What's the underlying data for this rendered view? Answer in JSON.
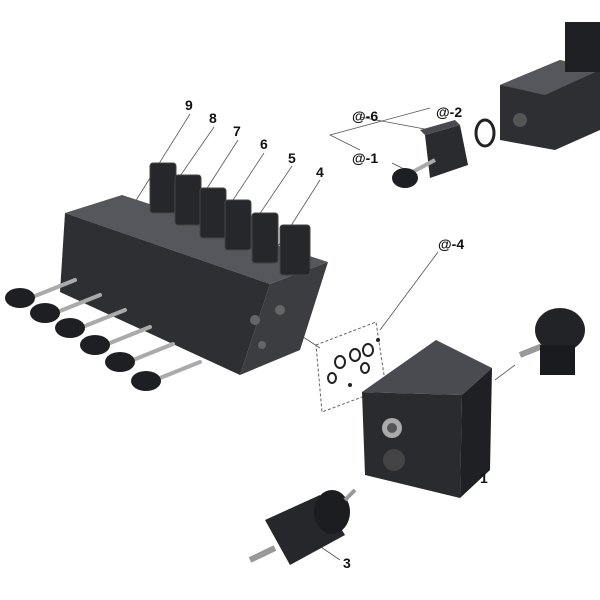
{
  "callouts": {
    "main_sections": [
      "9",
      "8",
      "7",
      "6",
      "5",
      "4"
    ],
    "body": "1",
    "cartridge": "3",
    "seal_kit": "@-4",
    "handle": "@-1",
    "module": "@-6",
    "oring": "@-2"
  },
  "colors": {
    "metal_dark": "#2a2b2e",
    "metal_mid": "#3c3d41",
    "metal_top": "#55575c",
    "leader": "#555555"
  }
}
